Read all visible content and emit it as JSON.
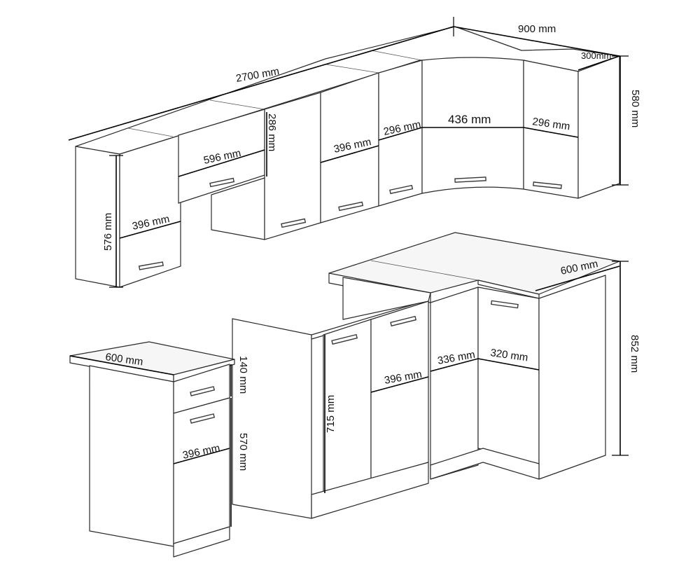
{
  "dimensions": {
    "upper_total_width": "2700 mm",
    "upper_corner_width": "900 mm",
    "upper_corner_depth": "300mm",
    "upper_height": "580 mm",
    "upper_left_height": "576 mm",
    "upper_left_door_width": "396 mm",
    "upper_hood_width": "596 mm",
    "upper_hood_height": "286 mm",
    "upper_mid_door_width": "396 mm",
    "upper_small_door_width": "296 mm",
    "upper_corner_door_width": "436 mm",
    "upper_right_door_width": "296 mm",
    "lower_counter_depth": "600 mm",
    "lower_height": "852 mm",
    "lower_door_height": "715 mm",
    "lower_door_width": "396 mm",
    "lower_corner_door_width": "336 mm",
    "lower_right_door_width": "320 mm",
    "drawer_unit_depth": "600 mm",
    "drawer_height": "140 mm",
    "drawer_door_height": "570 mm",
    "drawer_door_width": "396 mm"
  }
}
